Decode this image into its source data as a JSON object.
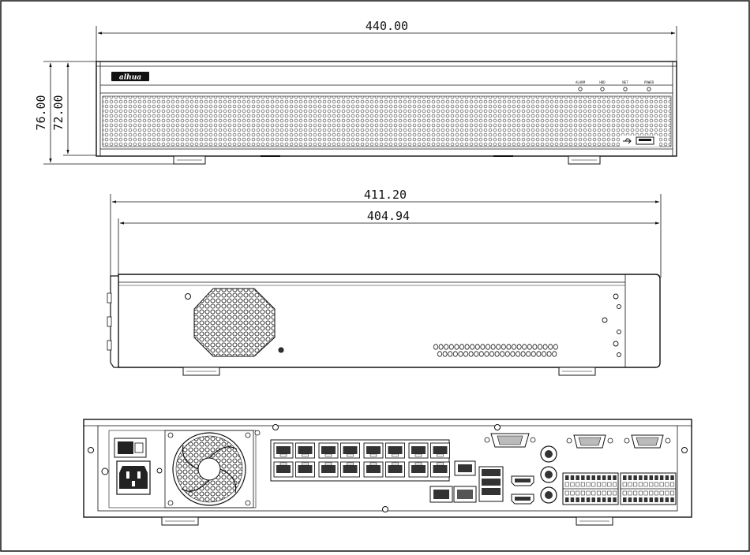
{
  "front_view": {
    "width_label": "440.00",
    "total_height_label": "76.00",
    "body_height_label": "72.00",
    "brand_label": "alhua",
    "indicator_labels": [
      "ALARM",
      "HDD",
      "NET",
      "POWER"
    ]
  },
  "side_view": {
    "overall_depth_label": "411.20",
    "body_depth_label": "404.94"
  },
  "rear_view": {
    "rj45_port_count": 16
  },
  "colors": {
    "line": "#1a1a1a",
    "background": "#ffffff",
    "mesh": "#777777"
  }
}
